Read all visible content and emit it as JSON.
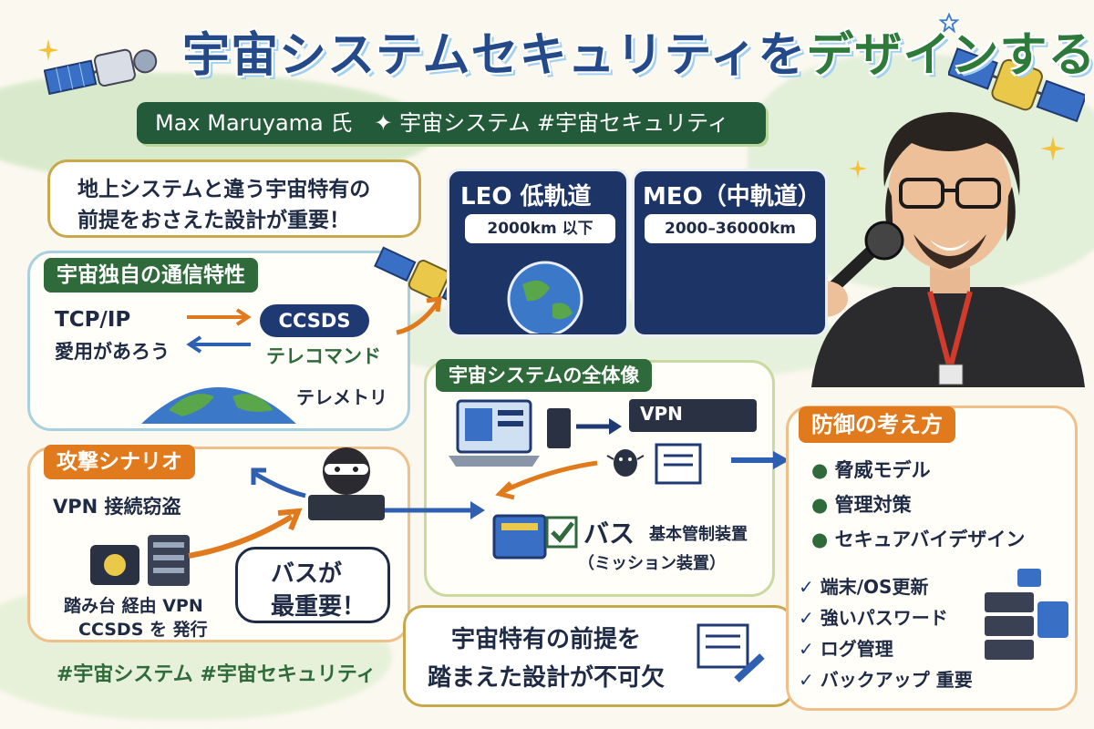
{
  "title": {
    "part1": "宇宙システムセキュリティを",
    "part2": "デザインする"
  },
  "subtitle_banner": "Max Maruyama 氏　✦ 宇宙システム #宇宙セキュリティ",
  "intro_bubble": {
    "line1": "地上システムと違う宇宙特有の",
    "line2": "前提をおさえた設計が重要！"
  },
  "comms": {
    "header": "宇宙独自の通信特性",
    "left_line1": "TCP/IP",
    "left_line2": "愛用があろう",
    "ccsds": "CCSDS",
    "telecommand": "テレコマンド",
    "telemetry": "テレメトリ"
  },
  "orbits": {
    "leo_title": "LEO 低軌道",
    "leo_range": "2000km 以下",
    "meo_title": "MEO（中軌道）",
    "meo_range": "2000–36000km"
  },
  "overview": {
    "header": "宇宙システムの全体像",
    "vpn": "VPN",
    "bus_label": "バス",
    "bus_desc": "基本管制装置",
    "mission": "（ミッション装置）"
  },
  "attack": {
    "header": "攻撃シナリオ",
    "vpn_line": "VPN 接続窃盗",
    "bottom_line1": "踏み台 経由 VPN",
    "bottom_line2": "CCSDS を 発行",
    "bubble_line1": "バスが",
    "bubble_line2": "最重要！"
  },
  "defense": {
    "header": "防御の考え方",
    "items": [
      "脅威モデル",
      "管理対策",
      "セキュアバイデザイン"
    ],
    "checks": [
      "端末/OS更新",
      "強いパスワード",
      "ログ管理",
      "バックアップ 重要"
    ]
  },
  "conclusion": {
    "line1": "宇宙特有の前提を",
    "line2": "踏まえた設計が不可欠"
  },
  "hashtags": "#宇宙システム #宇宙セキュリティ",
  "colors": {
    "navy": "#1f3a72",
    "green": "#2f6a3a",
    "orange": "#e07a1c",
    "sky": "#9cc7dc"
  },
  "icons": [
    "satellite-icon",
    "earth-icon",
    "laptop-icon",
    "hacker-icon",
    "bug-icon",
    "server-icon",
    "document-icon",
    "star-icon",
    "microphone-icon",
    "speaker-avatar"
  ]
}
